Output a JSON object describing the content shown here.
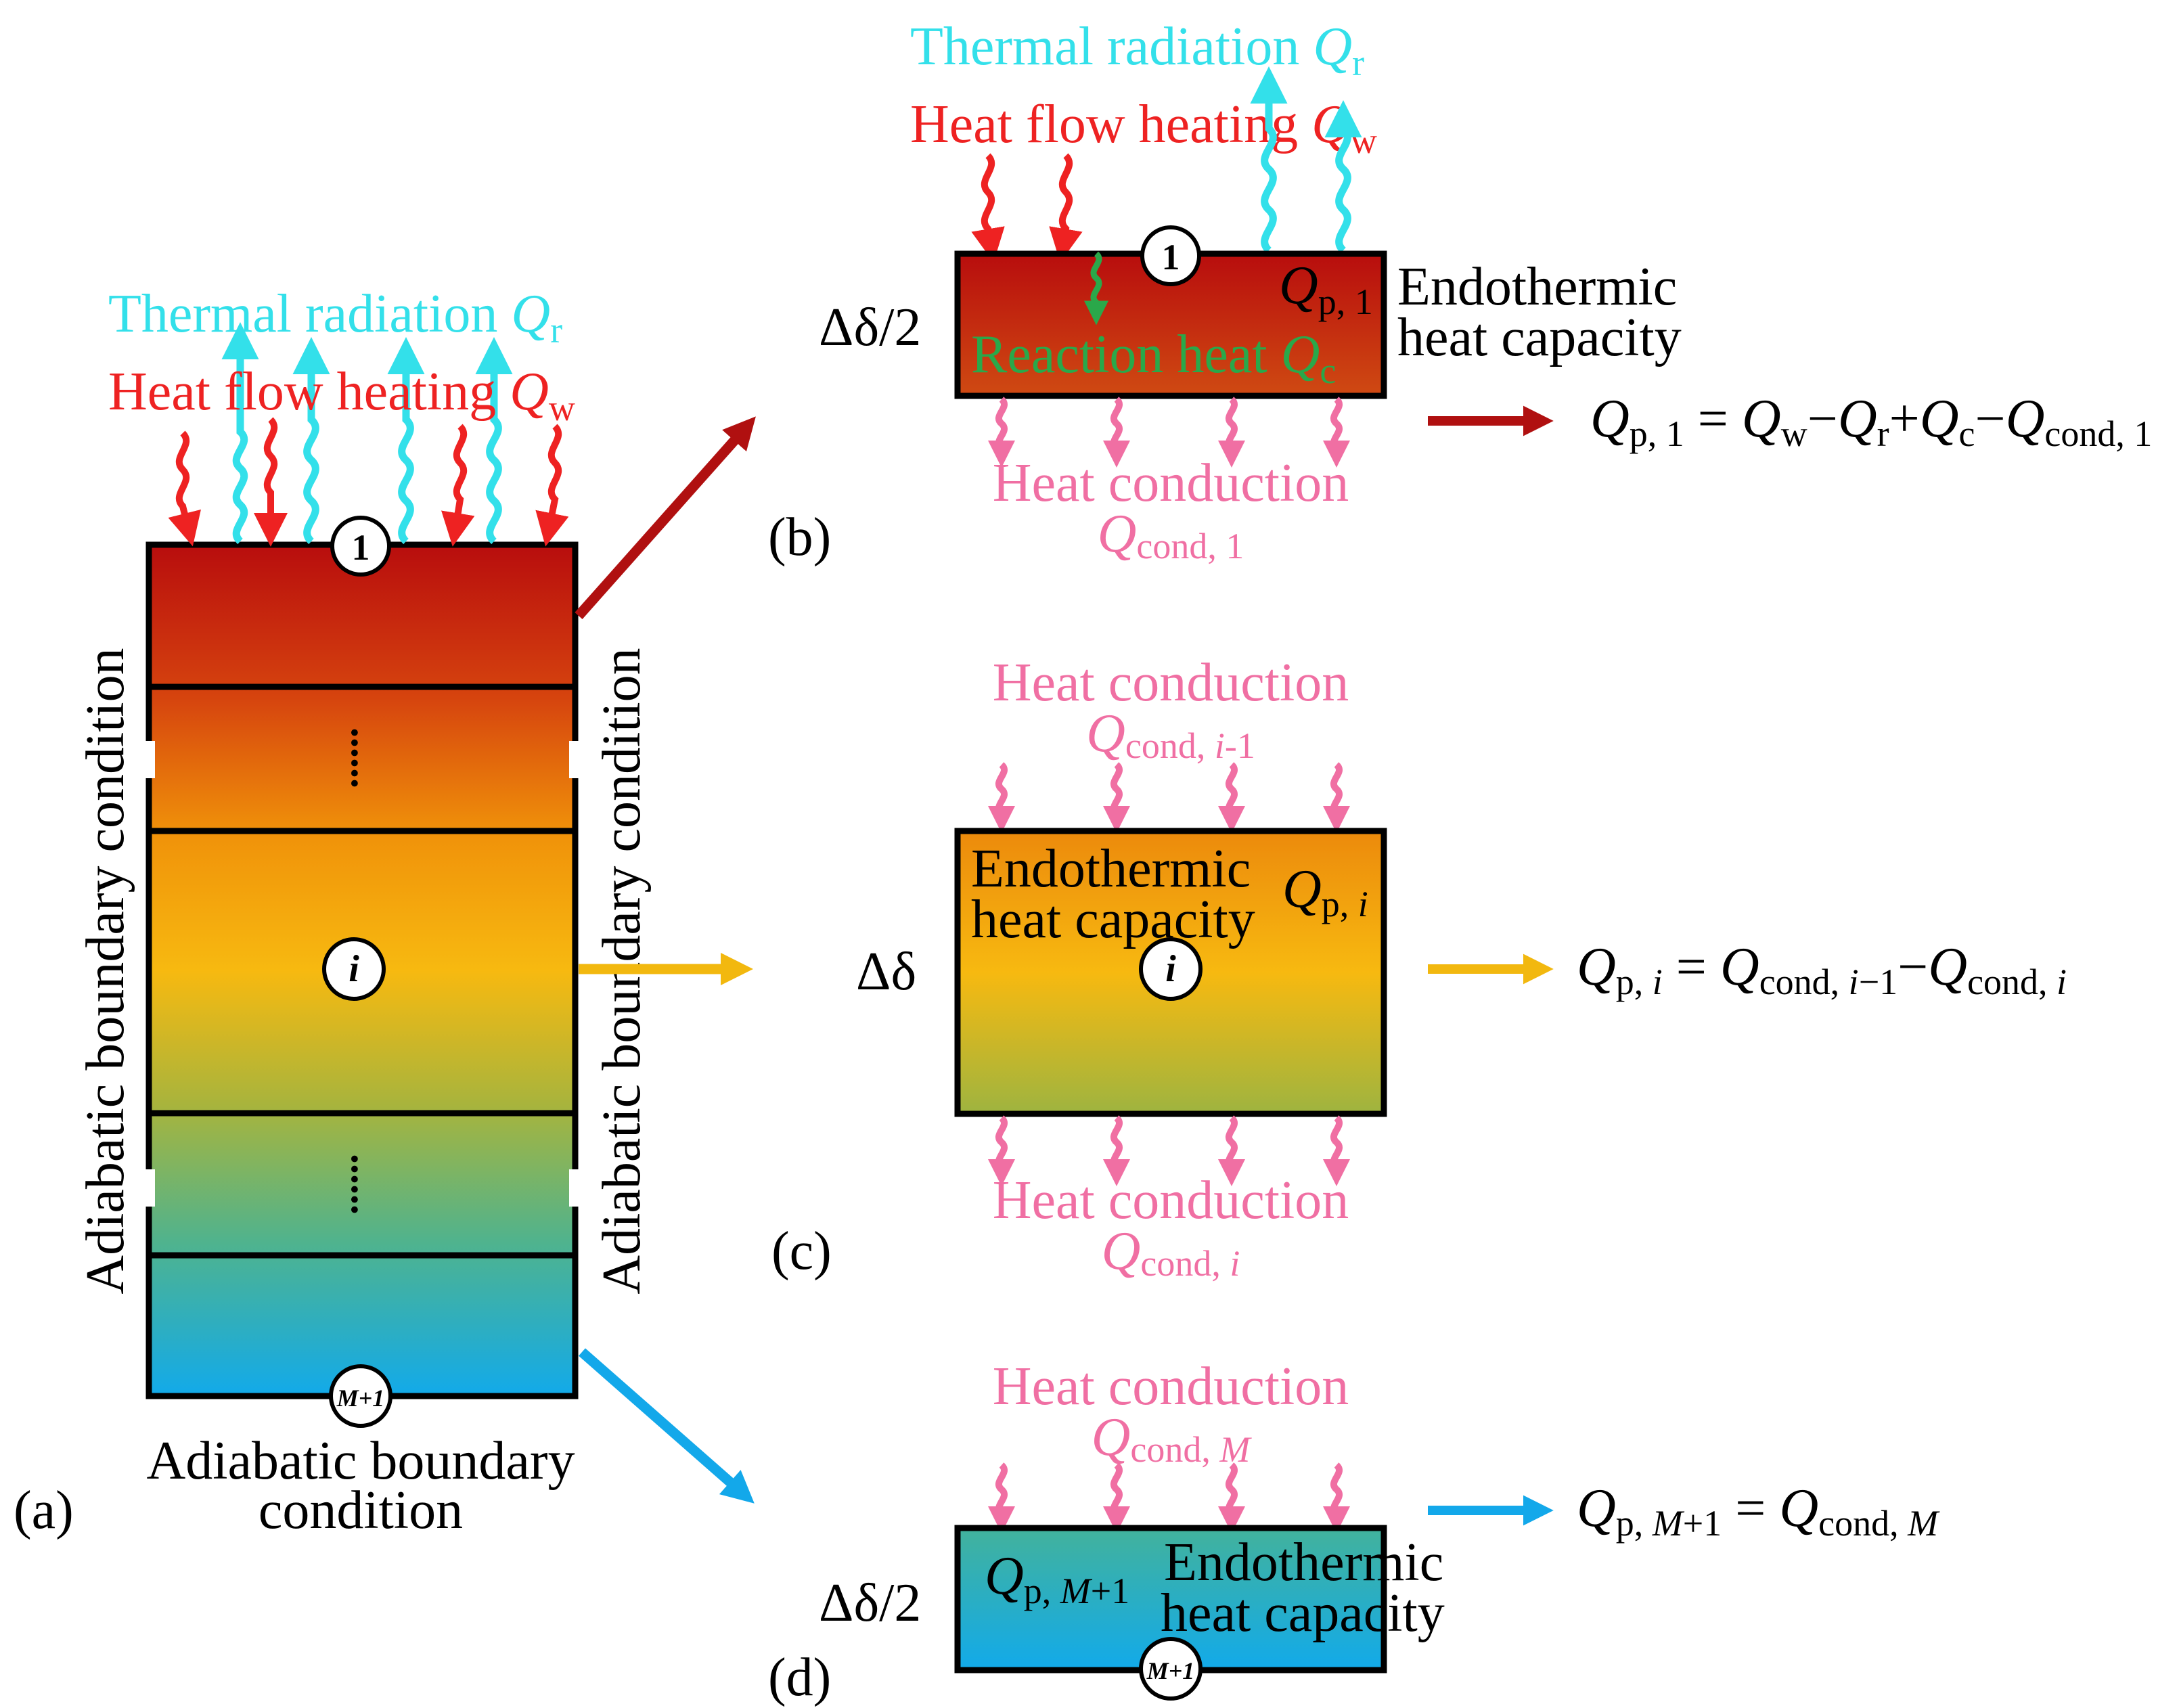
{
  "colors": {
    "radiation": "#33e0ea",
    "heating": "#ee2222",
    "conduction": "#f06fa3",
    "reaction": "#2aa84a",
    "arrow_top": "#b01010",
    "arrow_middle": "#f2b80f",
    "arrow_bottom": "#13a8ea",
    "gradient": [
      "#b80d0d",
      "#e0590e",
      "#f59a08",
      "#f7b910",
      "#8fb85a",
      "#3cb3a3",
      "#12aaea"
    ]
  },
  "panel_a": {
    "label": "(a)",
    "radiation_text": "Thermal radiation ",
    "radiation_sym": "Q",
    "radiation_sub": "r",
    "heating_text": "Heat flow heating ",
    "heating_sym": "Q",
    "heating_sub": "w",
    "node_top": "1",
    "node_mid": "i",
    "node_bottom": "M+1",
    "dots": "......",
    "left_boundary": "Adiabatic boundary condition",
    "right_boundary": "Adiabatic boundary condition",
    "bottom_boundary_line1": "Adiabatic boundary",
    "bottom_boundary_line2": "condition"
  },
  "panel_b": {
    "label": "(b)",
    "thickness": "Δδ/2",
    "radiation_text": "Thermal radiation ",
    "radiation_sym": "Q",
    "radiation_sub": "r",
    "heating_text": "Heat flow heating ",
    "heating_sym": "Q",
    "heating_sub": "w",
    "node": "1",
    "qp_sym": "Q",
    "qp_sub": "p, 1",
    "endo_line1": "Endothermic",
    "endo_line2": "heat capacity",
    "reaction_text": "Reaction heat ",
    "reaction_sym": "Q",
    "reaction_sub": "c",
    "cond_text": "Heat conduction",
    "cond_sym": "Q",
    "cond_sub": "cond, 1",
    "equation": {
      "q": "Q",
      "lhs_sub": "p, 1",
      "eq": " = ",
      "w_sub": "w",
      "minus": "−",
      "r_sub": "r",
      "plus": "+",
      "c_sub": "c",
      "cond_sub": "cond, 1"
    }
  },
  "panel_c": {
    "label": "(c)",
    "thickness": "Δδ",
    "top_cond_text": "Heat conduction",
    "top_cond_sym": "Q",
    "top_cond_sub": "cond, ",
    "top_cond_idx": "i",
    "top_cond_tail": "-1",
    "endo_line1": "Endothermic",
    "endo_line2": "heat capacity",
    "qp_sym": "Q",
    "qp_sub": "p, ",
    "qp_idx": "i",
    "node": "i",
    "bottom_cond_text": "Heat conduction",
    "bottom_cond_sym": "Q",
    "bottom_cond_sub": "cond, ",
    "bottom_cond_idx": "i",
    "equation": {
      "q": "Q",
      "lhs_sub": "p, ",
      "idx": "i",
      "eq": " = ",
      "cond_sub": "cond, ",
      "minus_one": "−1",
      "minus": "−"
    }
  },
  "panel_d": {
    "label": "(d)",
    "thickness": "Δδ/2",
    "top_cond_text": "Heat conduction",
    "top_cond_sym": "Q",
    "top_cond_sub": "cond, ",
    "top_cond_idx": "M",
    "qp_sym": "Q",
    "qp_sub": "p, ",
    "qp_idx": "M",
    "qp_tail": "+1",
    "endo_line1": "Endothermic",
    "endo_line2": "heat capacity",
    "node": "M+1",
    "equation": {
      "q": "Q",
      "lhs_sub": "p, ",
      "idx": "M",
      "plus_one": "+1",
      "eq": " = ",
      "cond_sub": "cond, "
    }
  }
}
